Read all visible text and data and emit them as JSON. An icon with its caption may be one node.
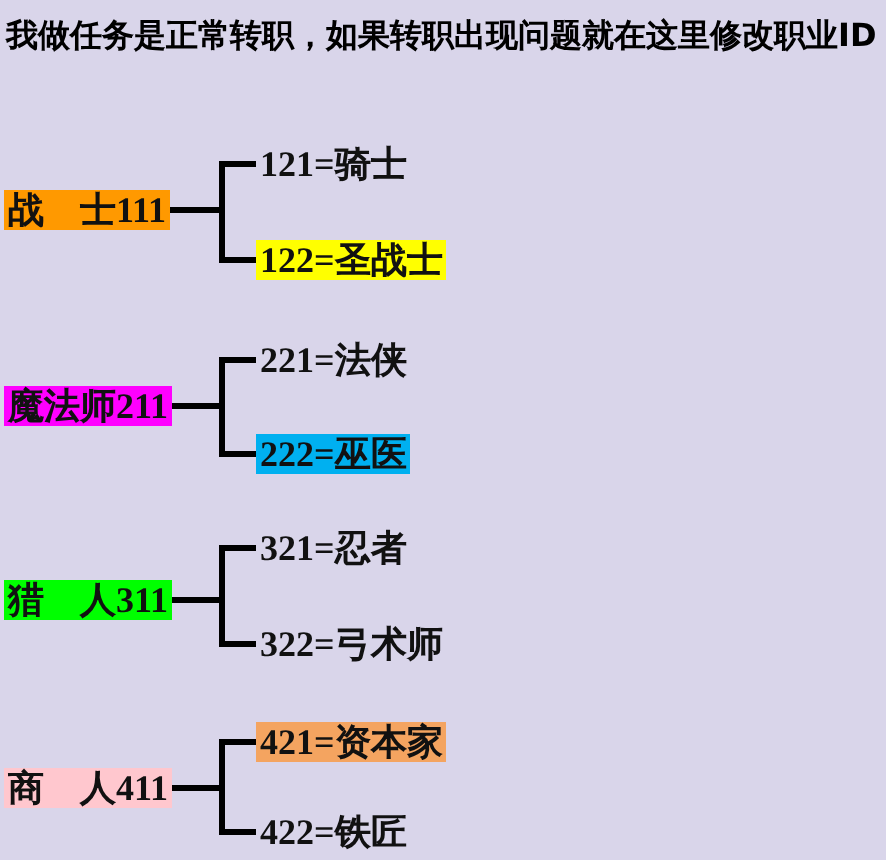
{
  "diagram": {
    "title": "我做任务是正常转职，如果转职出现问题就在这里修改职业ID",
    "nodes": [
      {
        "text": [
          "战　士111"
        ]
      },
      {
        "text": [
          "121=骑士"
        ]
      },
      {
        "text": [
          "122=圣战士"
        ]
      },
      {
        "text": [
          "魔法师211"
        ]
      },
      {
        "text": [
          "221=法侠"
        ]
      },
      {
        "text": [
          "222=巫医"
        ]
      },
      {
        "text": [
          "猎　人311"
        ]
      },
      {
        "text": [
          "321=忍者"
        ]
      },
      {
        "text": [
          "322=弓术师"
        ]
      },
      {
        "text": [
          "商　人411"
        ]
      },
      {
        "text": [
          "421=资本家"
        ]
      },
      {
        "text": [
          "422=铁匠"
        ]
      }
    ],
    "edges": [
      {
        "from": 0,
        "to": 1,
        "arrow": "none"
      },
      {
        "from": 0,
        "to": 2,
        "arrow": "none"
      },
      {
        "from": 3,
        "to": 4,
        "arrow": "none"
      },
      {
        "from": 3,
        "to": 5,
        "arrow": "none"
      },
      {
        "from": 6,
        "to": 7,
        "arrow": "none"
      },
      {
        "from": 6,
        "to": 8,
        "arrow": "none"
      },
      {
        "from": 9,
        "to": 10,
        "arrow": "none"
      },
      {
        "from": 9,
        "to": 11,
        "arrow": "none"
      }
    ]
  }
}
